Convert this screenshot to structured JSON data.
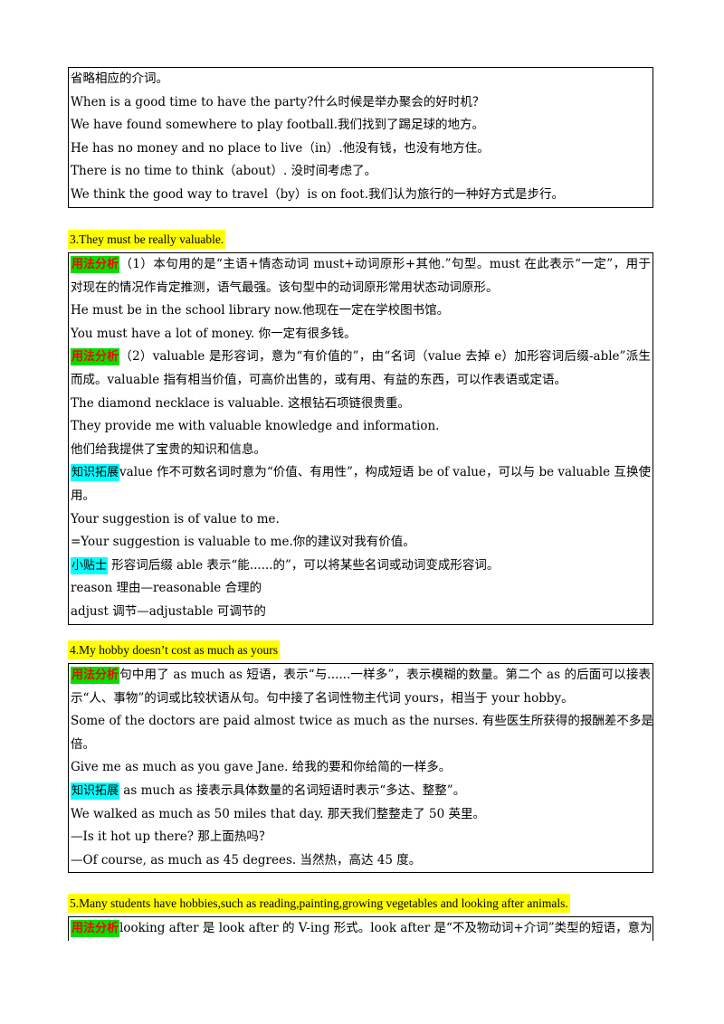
{
  "box1": {
    "lines": [
      "省略相应的介词。",
      "When is a good time to have the party?什么时候是举办聚会的好时机？",
      "We have found somewhere to play football.我们找到了踢足球的地方。",
      "He has no money and no place to live（in）.他没有钱，也没有地方住。",
      "There is no time to think（about）. 没时间考虑了。",
      "We think the good way to travel（by）is on foot.我们认为旅行的一种好方式是步行。"
    ]
  },
  "section3": {
    "title": "3.They must be really valuable.",
    "tag1": "用法分析",
    "l1": "（1）本句用的是“主语+情态动词 must+动词原形+其他.”句型。must 在此表示“一定”，用于",
    "l2": "对现在的情况作肯定推测，语气最强。该句型中的动词原形常用状态动词原形。",
    "l3": "He must be in the school library now.他现在一定在学校图书馆。",
    "l4": "You must have a lot of money. 你一定有很多钱。",
    "tag2": "用法分析",
    "l5": "（2）valuable 是形容词，意为“有价值的”，由“名词（value 去掉 e）加形容词后缀-able”派生",
    "l6": "而成。valuable 指有相当价值，可高价出售的，或有用、有益的东西，可以作表语或定语。",
    "l7": "The diamond necklace is valuable. 这根钻石项链很贵重。",
    "l8": "They provide me with valuable knowledge and information.",
    "l9": "他们给我提供了宝贵的知识和信息。",
    "tag3": "知识拓展",
    "l10": "value 作不可数名词时意为“价值、有用性”，构成短语 be of value，可以与 be valuable 互换使",
    "l11": "用。",
    "l12": "Your suggestion is of value to me.",
    "l13": "=Your suggestion is valuable to me.你的建议对我有价值。",
    "tag4": "小贴士",
    "l14": " 形容词后缀 able 表示“能......的”，可以将某些名词或动词变成形容词。",
    "l15": "reason 理由—reasonable 合理的",
    "l16": "adjust 调节—adjustable 可调节的"
  },
  "section4": {
    "title": "4.My hobby doesn’t cost as much as yours",
    "tag1": "用法分析",
    "l1": "句中用了 as much as 短语，表示“与......一样多”，表示模糊的数量。第二个 as 的后面可以接表",
    "l2": "示“人、事物”的词或比较状语从句。句中接了名词性物主代词 yours，相当于 your hobby。",
    "l3": "Some of the doctors are paid almost twice as much as the nurses. 有些医生所获得的报酬差不多是护士的两",
    "l4": "倍。",
    "l5": "Give me as much as you gave Jane. 给我的要和你给简的一样多。",
    "tag2": "知识拓展",
    "l6": "  as much as 接表示具体数量的名词短语时表示“多达、整整”。",
    "l7": "We walked as much as 50 miles that day. 那天我们整整走了 50 英里。",
    "l8": "—Is it hot up there? 那上面热吗？",
    "l9": "—Of course, as much as 45 degrees. 当然热，高达 45 度。"
  },
  "section5": {
    "title": "5.Many students have hobbies,such as reading,painting,growing vegetables and looking after animals.",
    "tag1": "用法分析",
    "l1": "looking after 是 look after 的 V-ing 形式。look after 是“不及物动词+介词”类型的短语，意为"
  }
}
